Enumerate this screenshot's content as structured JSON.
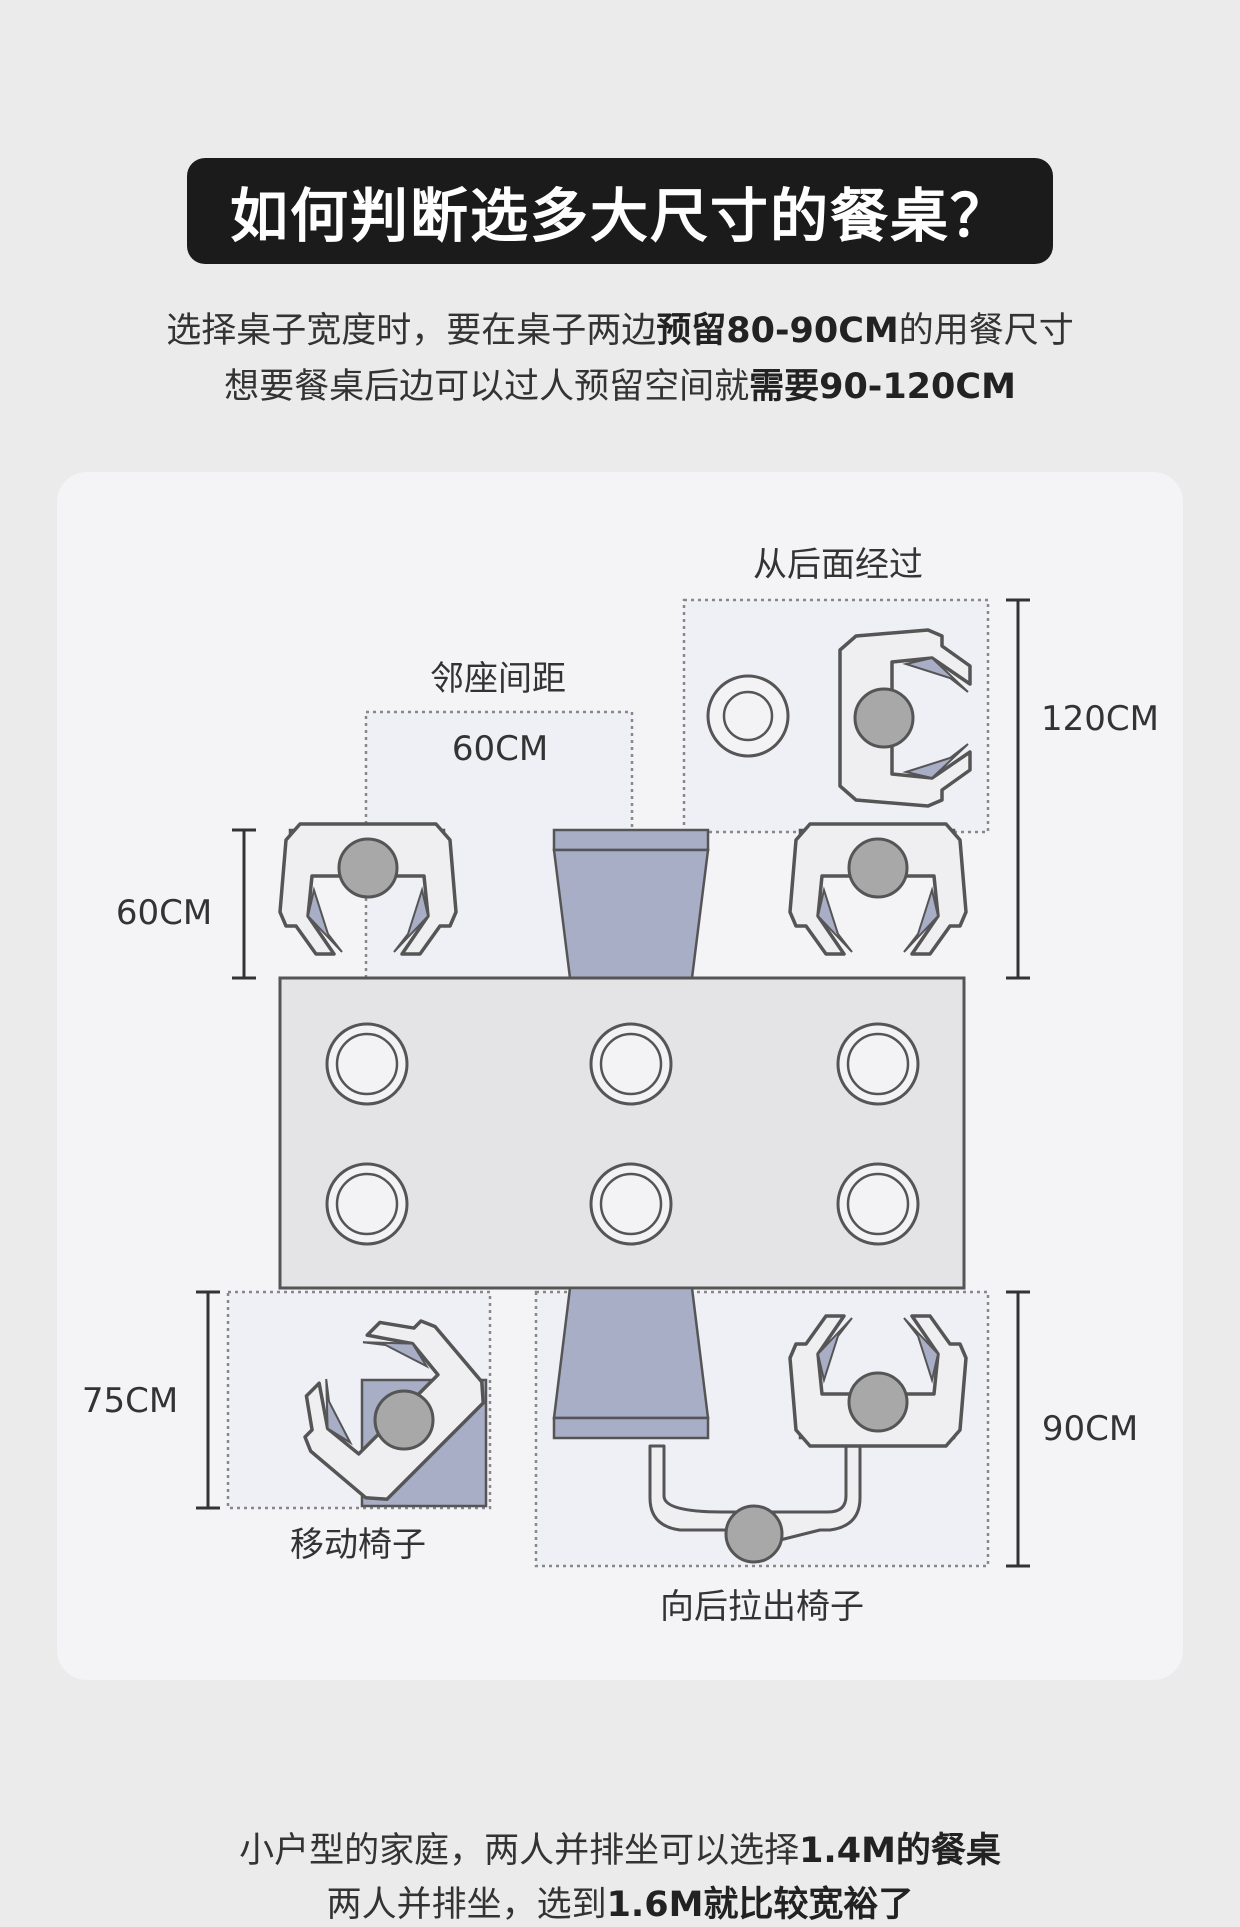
{
  "title": "如何判断选多大尺寸的餐桌？",
  "intro": {
    "line1_a": "选择桌子宽度时，要在桌子两边",
    "line1_b": "预留80-90CM",
    "line1_c": "的用餐尺寸",
    "line2_a": "想要餐桌后边可以过人预留空间就",
    "line2_b": "需要90-120CM"
  },
  "diagram": {
    "label_pass_behind": "从后面经过",
    "label_seat_spacing": "邻座间距",
    "dim_seat_spacing": "60CM",
    "dim_chair_depth": "60CM",
    "dim_pass_behind": "120CM",
    "dim_move_chair": "75CM",
    "label_move_chair": "移动椅子",
    "dim_pull_chair": "90CM",
    "label_pull_chair": "向后拉出椅子"
  },
  "footer": {
    "line1_a": "小户型的家庭，两人并排坐可以选择",
    "line1_b": "1.4M的餐桌",
    "line2_a": "两人并排坐，选到",
    "line2_b": "1.6M就比较宽裕了"
  },
  "colors": {
    "chair": "#a9aec7",
    "table": "#e4e4e6",
    "outline": "#555555",
    "head": "#a8a8a8",
    "title_bg": "#1b1b1b"
  }
}
